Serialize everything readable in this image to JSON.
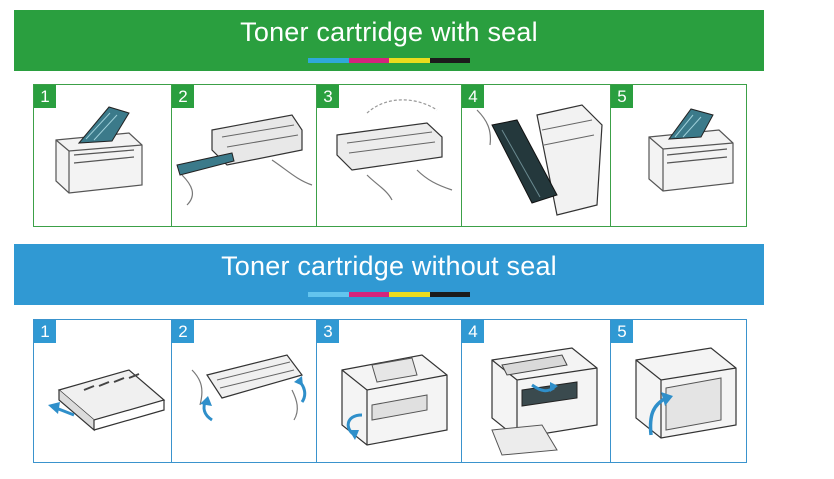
{
  "sections": [
    {
      "title": "Toner cartridge with seal",
      "bg_color": "#2a9f3f",
      "border_color": "#3ca048",
      "bar_colors": [
        "#2fa8d9",
        "#d3247c",
        "#ecdc1d",
        "#1b1b1b"
      ],
      "steps": [
        {
          "number": "1",
          "icon": "printer-cover-open-icon"
        },
        {
          "number": "2",
          "icon": "remove-seal-tape-icon"
        },
        {
          "number": "3",
          "icon": "rock-cartridge-icon"
        },
        {
          "number": "4",
          "icon": "insert-cartridge-icon"
        },
        {
          "number": "5",
          "icon": "printer-cover-close-icon"
        }
      ]
    },
    {
      "title": "Toner cartridge without seal",
      "bg_color": "#3099d3",
      "border_color": "#3a93cd",
      "bar_colors": [
        "#63c4ee",
        "#d3247c",
        "#ecdc1d",
        "#1b1b1b"
      ],
      "steps": [
        {
          "number": "1",
          "icon": "unpack-cartridge-icon"
        },
        {
          "number": "2",
          "icon": "shake-cartridge-icon"
        },
        {
          "number": "3",
          "icon": "open-front-door-icon"
        },
        {
          "number": "4",
          "icon": "insert-cartridge-icon"
        },
        {
          "number": "5",
          "icon": "close-front-door-icon"
        }
      ]
    }
  ]
}
